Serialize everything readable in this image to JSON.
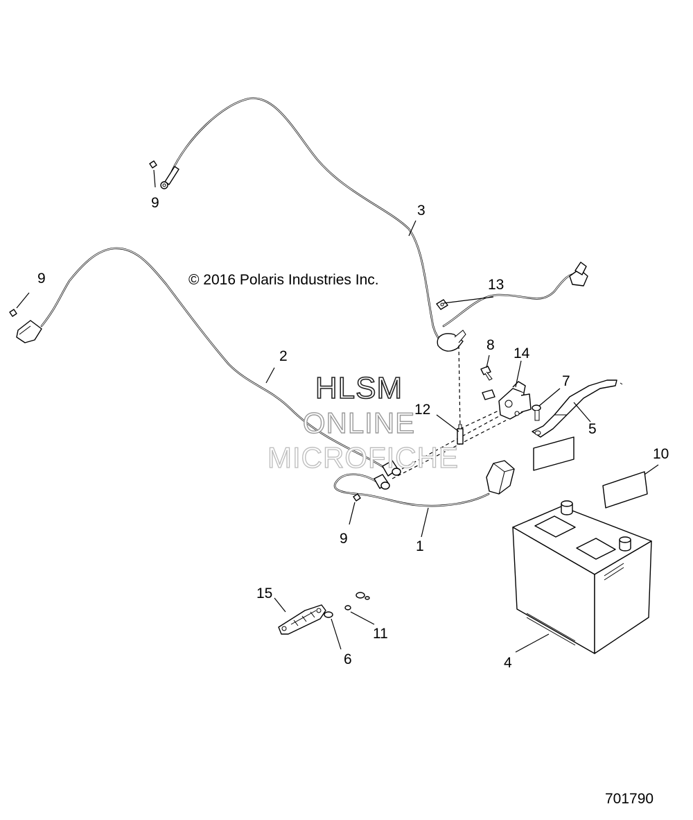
{
  "copyright": "© 2016 Polaris Industries Inc.",
  "watermark": {
    "line1": "HLSM",
    "line2": "ONLINE",
    "line3": "MICROFICHE"
  },
  "document_number": "701790",
  "callouts": [
    {
      "id": "c1",
      "label": "1"
    },
    {
      "id": "c2",
      "label": "2"
    },
    {
      "id": "c3",
      "label": "3"
    },
    {
      "id": "c4",
      "label": "4"
    },
    {
      "id": "c5",
      "label": "5"
    },
    {
      "id": "c6",
      "label": "6"
    },
    {
      "id": "c7",
      "label": "7"
    },
    {
      "id": "c8",
      "label": "8"
    },
    {
      "id": "c9a",
      "label": "9"
    },
    {
      "id": "c9b",
      "label": "9"
    },
    {
      "id": "c9c",
      "label": "9"
    },
    {
      "id": "c10",
      "label": "10"
    },
    {
      "id": "c11",
      "label": "11"
    },
    {
      "id": "c12",
      "label": "12"
    },
    {
      "id": "c13",
      "label": "13"
    },
    {
      "id": "c14",
      "label": "14"
    },
    {
      "id": "c15",
      "label": "15"
    }
  ]
}
